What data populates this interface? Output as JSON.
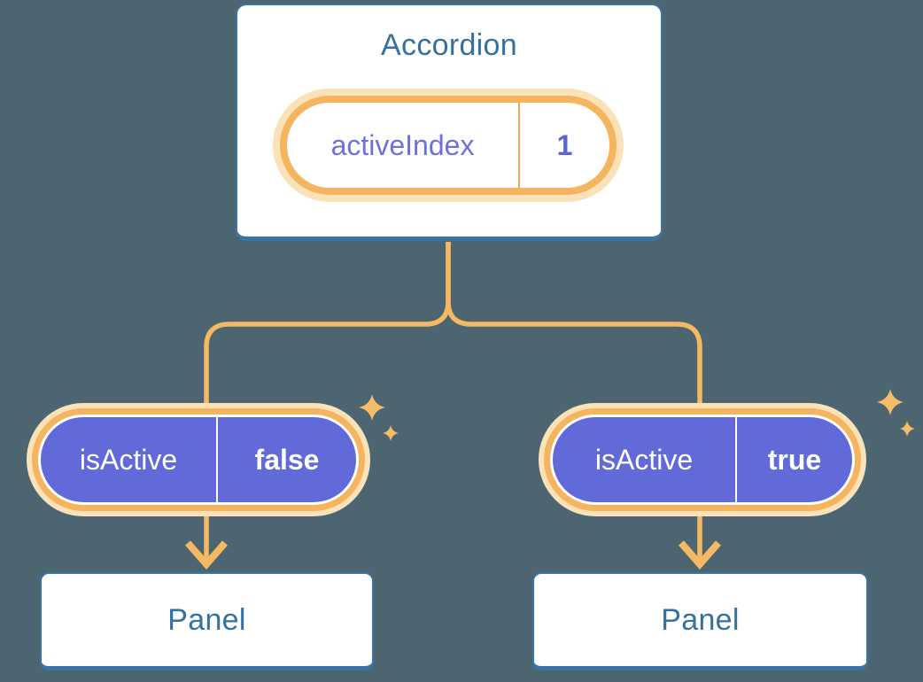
{
  "colors": {
    "background": "#4C6570",
    "card_border_blue": "#3874A6",
    "heading_blue": "#35719F",
    "connector_orange": "#F5B963",
    "pill_ring_orange": "#F5B45F",
    "pill_halo_peach": "#FCE2B9",
    "prop_fill_purple": "#616AD8",
    "state_text_purple": "#6B72DB",
    "state_value_purple": "#5C64D4",
    "white": "#FFFFFF"
  },
  "diagram": {
    "root_component": {
      "title": "Accordion",
      "state": {
        "name": "activeIndex",
        "value": "1"
      }
    },
    "children": [
      {
        "prop": {
          "name": "isActive",
          "value": "false"
        },
        "label": "Panel"
      },
      {
        "prop": {
          "name": "isActive",
          "value": "true"
        },
        "label": "Panel"
      }
    ]
  }
}
